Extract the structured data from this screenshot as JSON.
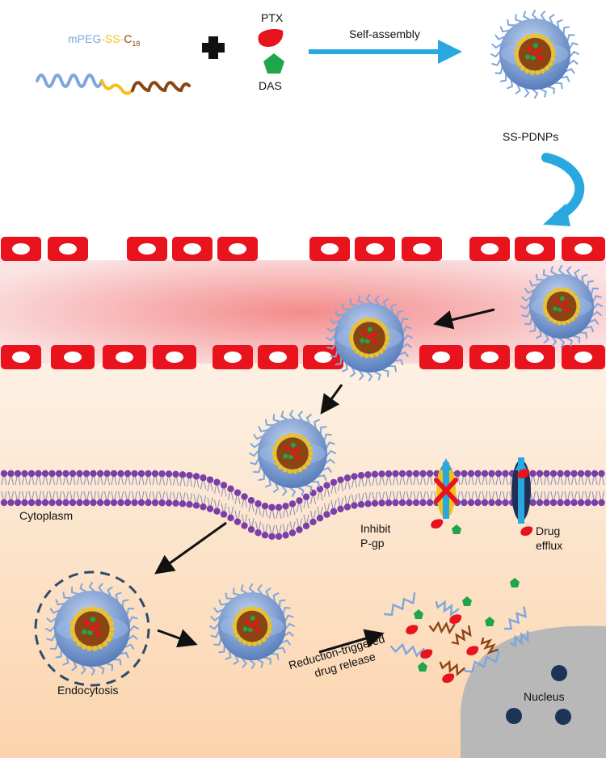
{
  "polymer": {
    "name_mpeg": "mPEG",
    "name_sep1": "-",
    "name_ss": "SS",
    "name_sep2": "-",
    "name_c": "C",
    "name_sub": "18"
  },
  "drugs": {
    "ptx": "PTX",
    "das": "DAS"
  },
  "steps": {
    "self_assembly": "Self-assembly",
    "nanoparticle": "SS-PDNPs",
    "cytoplasm": "Cytoplasm",
    "inhibit_line1": "Inhibit",
    "inhibit_line2": "P-gp",
    "efflux_line1": "Drug",
    "efflux_line2": "efflux",
    "endocytosis": "Endocytosis",
    "release_line1": "Reduction-triggered",
    "release_line2": "drug release",
    "nucleus": "Nucleus"
  },
  "colors": {
    "peg": "#7ea6dd",
    "ss": "#f2c21a",
    "c18": "#8b4513",
    "ptx": "#e8131d",
    "das": "#1fa64a",
    "arrow_blue": "#29a8e0",
    "membrane_head": "#7a3fa8",
    "vessel_cell": "#e8131d",
    "tissue": "#fbe3cc",
    "nucleus": "#b8b8b8",
    "nucleus_dot": "#1c3557"
  }
}
